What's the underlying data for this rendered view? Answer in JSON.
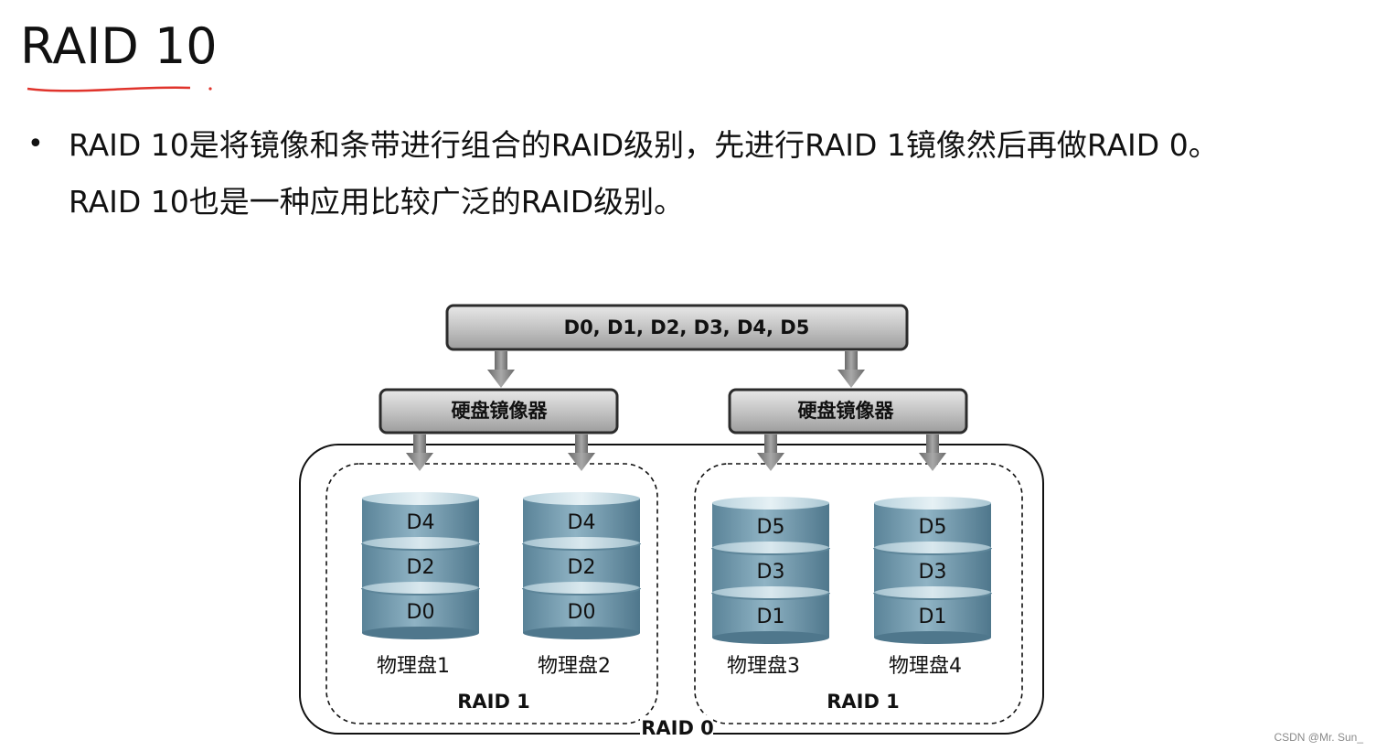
{
  "title": "RAID 10",
  "bullet": {
    "line1": "RAID 10是将镜像和条带进行组合的RAID级别，先进行RAID 1镜像然后再做RAID 0。",
    "line2": "RAID 10也是一种应用比较广泛的RAID级别。"
  },
  "diagram": {
    "top_box": "D0, D1, D2, D3, D4, D5",
    "mirror_left": "硬盘镜像器",
    "mirror_right": "硬盘镜像器",
    "disks": [
      {
        "name": "物理盘1",
        "segments": [
          "D4",
          "D2",
          "D0"
        ]
      },
      {
        "name": "物理盘2",
        "segments": [
          "D4",
          "D2",
          "D0"
        ]
      },
      {
        "name": "物理盘3",
        "segments": [
          "D5",
          "D3",
          "D1"
        ]
      },
      {
        "name": "物理盘4",
        "segments": [
          "D5",
          "D3",
          "D1"
        ]
      }
    ],
    "group_left": "RAID 1",
    "group_right": "RAID 1",
    "outer": "RAID 0"
  },
  "colors": {
    "annotation": "#e0342c",
    "disk": "#6f97ad",
    "box": "#bcbcbc"
  },
  "watermark": "CSDN @Mr. Sun_"
}
